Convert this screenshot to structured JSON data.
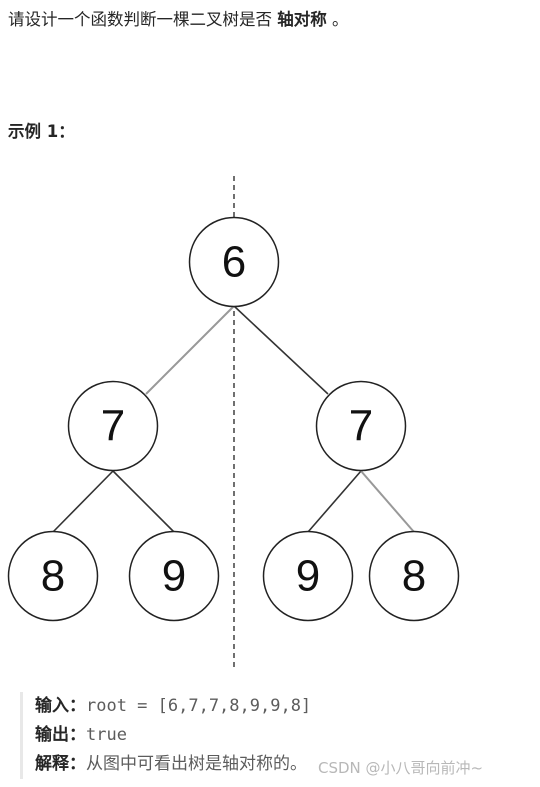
{
  "intro": {
    "text": "请设计一个函数判断一棵二叉树是否 ",
    "strong": "轴对称",
    "end": " 。"
  },
  "example": {
    "title": "示例 1：",
    "tree": {
      "root": "6",
      "left": "7",
      "right": "7",
      "left_left": "8",
      "left_right": "9",
      "right_left": "9",
      "right_right": "8"
    },
    "input_label": "输入：",
    "input_value": "root = [6,7,7,8,9,9,8]",
    "output_label": "输出：",
    "output_value": "true",
    "explain_label": "解释：",
    "explain_text": "从图中可看出树是轴对称的。"
  },
  "watermark": "CSDN @小八哥向前冲~",
  "colors": {
    "text": "#262626",
    "muted": "#5c5c5c",
    "edge_dark": "#333333",
    "edge_light": "#999999",
    "quote_border": "#e8e8e8",
    "watermark": "#b8b8b8"
  }
}
